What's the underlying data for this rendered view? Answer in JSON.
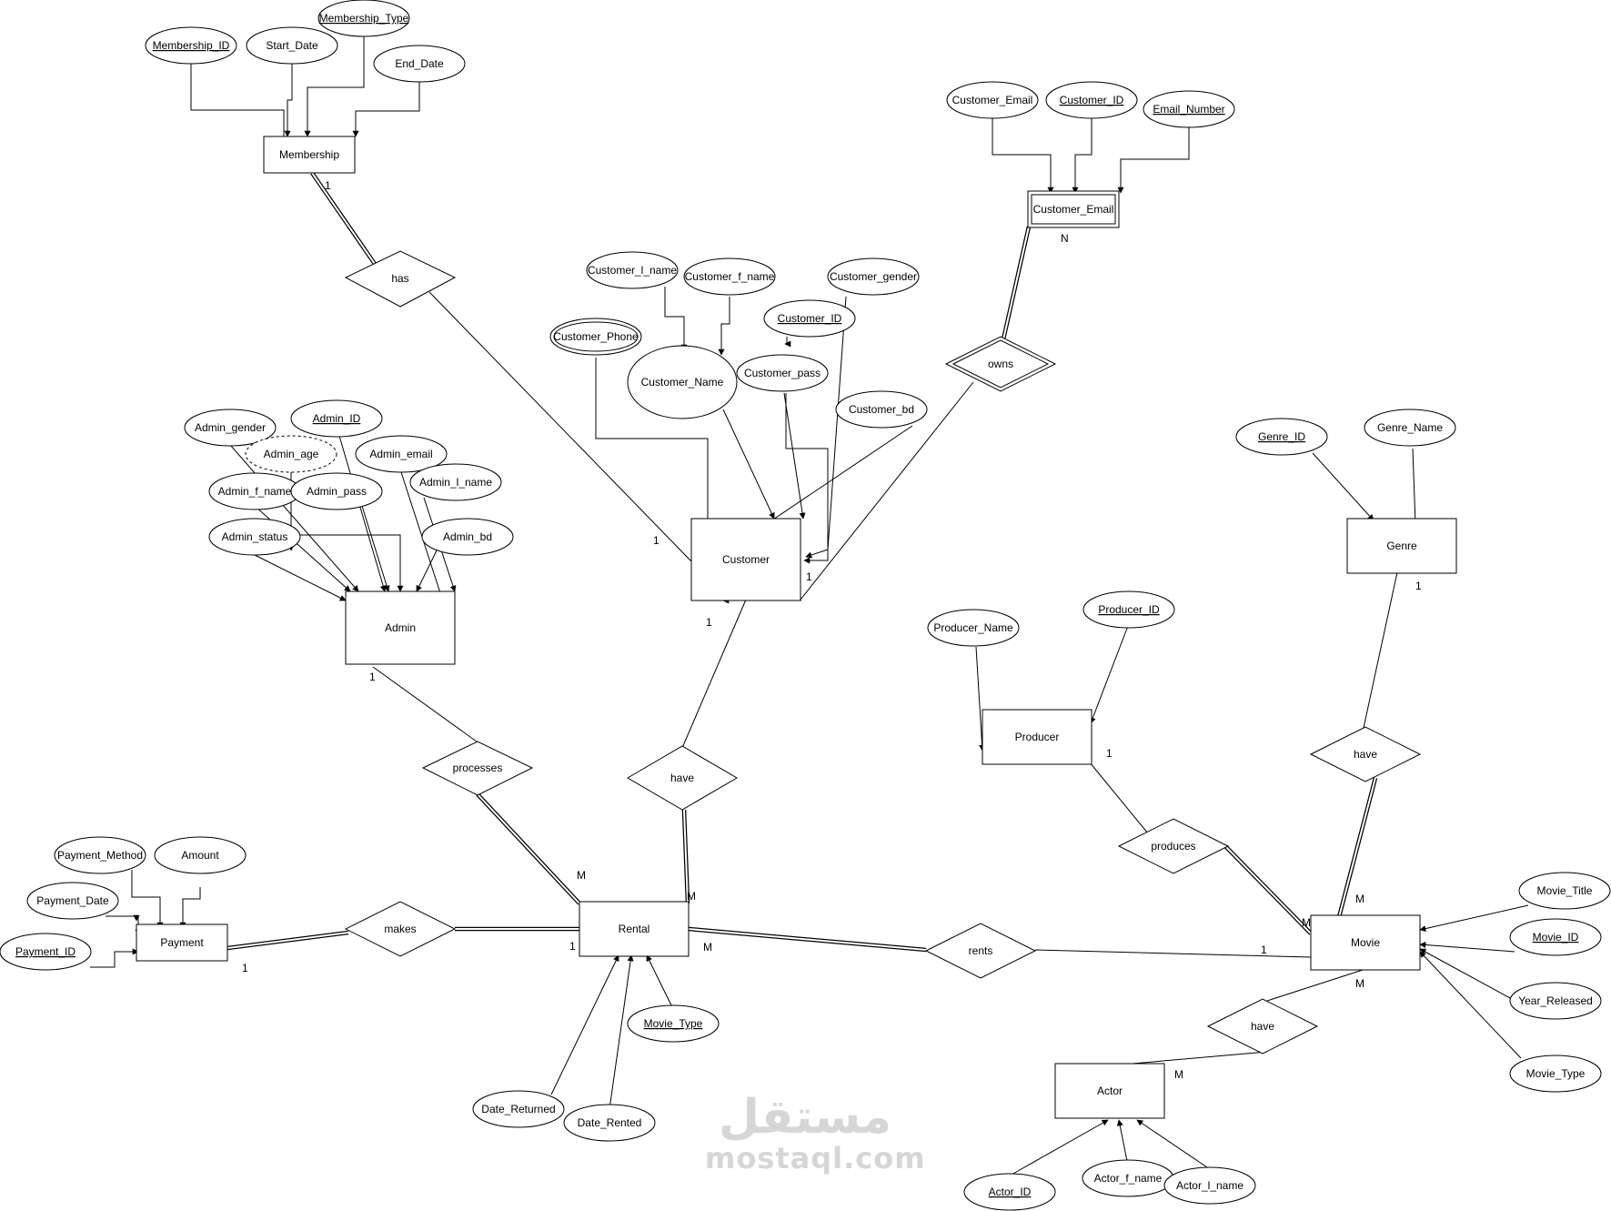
{
  "diagram": {
    "entities": {
      "membership": "Membership",
      "customer_email": "Customer_Email",
      "customer": "Customer",
      "admin": "Admin",
      "genre": "Genre",
      "producer": "Producer",
      "payment": "Payment",
      "rental": "Rental",
      "movie": "Movie",
      "actor": "Actor"
    },
    "relationships": {
      "has": "has",
      "owns": "owns",
      "processes": "processes",
      "have_customer_rental": "have",
      "have_genre_movie": "have",
      "produces": "produces",
      "makes": "makes",
      "rents": "rents",
      "have_movie_actor": "have"
    },
    "attributes": {
      "membership_id": "Membership_ID",
      "start_date": "Start_Date",
      "membership_type": "Membership_Type",
      "end_date": "End_Date",
      "customer_email_attr": "Customer_Email",
      "customer_id_email": "Customer_ID",
      "email_number": "Email_Number",
      "customer_l_name": "Customer_l_name",
      "customer_f_name": "Customer_f_name",
      "customer_gender": "Customer_gender",
      "customer_id": "Customer_ID",
      "customer_phone": "Customer_Phone",
      "customer_name": "Customer_Name",
      "customer_pass": "Customer_pass",
      "customer_bd": "Customer_bd",
      "admin_gender": "Admin_gender",
      "admin_id": "Admin_ID",
      "admin_age": "Admin_age",
      "admin_email": "Admin_email",
      "admin_f_name": "Admin_f_name",
      "admin_pass": "Admin_pass",
      "admin_l_name": "Admin_l_name",
      "admin_status": "Admin_status",
      "admin_bd": "Admin_bd",
      "genre_id": "Genre_ID",
      "genre_name": "Genre_Name",
      "producer_name": "Producer_Name",
      "producer_id": "Producer_ID",
      "payment_method": "Payment_Method",
      "amount": "Amount",
      "payment_date": "Payment_Date",
      "payment_id": "Payment_ID",
      "movie_type_rental": "Movie_Type",
      "date_returned": "Date_Returned",
      "date_rented": "Date_Rented",
      "movie_title": "Movie_Title",
      "movie_id": "Movie_ID",
      "year_released": "Year_Released",
      "movie_type": "Movie_Type",
      "actor_id": "Actor_ID",
      "actor_f_name": "Actor_f_name",
      "actor_l_name": "Actor_l_name"
    },
    "cardinalities": {
      "membership_has": "1",
      "email_owns": "N",
      "customer_has": "1",
      "customer_owns": "1",
      "customer_have": "1",
      "admin_processes": "1",
      "rental_processes": "M",
      "rental_have": "M",
      "genre_have": "1",
      "producer_produces": "1",
      "movie_have_genre": "M",
      "movie_produces": "M",
      "payment_makes": "1",
      "rental_makes": "1",
      "rental_rents": "M",
      "movie_rents": "1",
      "movie_have_actor": "M",
      "actor_have": "M"
    }
  },
  "watermark": {
    "arabic": "مستقل",
    "latin": "mostaql.com"
  }
}
